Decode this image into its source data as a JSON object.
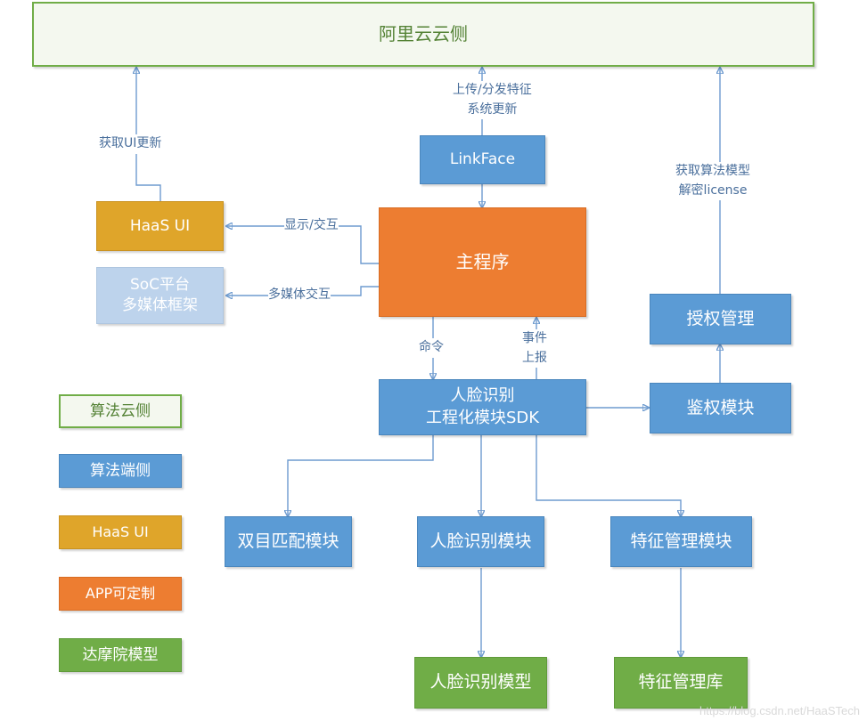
{
  "nodes": {
    "aliyun_cloud": "阿里云云侧",
    "linkface": "LinkFace",
    "haas_ui": "HaaS UI",
    "soc_line1": "SoC平台",
    "soc_line2": "多媒体框架",
    "main_program": "主程序",
    "sdk_line1": "人脸识别",
    "sdk_line2": "工程化模块SDK",
    "auth_manage": "授权管理",
    "auth_module": "鉴权模块",
    "stereo_match": "双目匹配模块",
    "face_recog_module": "人脸识别模块",
    "feature_manage_module": "特征管理模块",
    "face_recog_model": "人脸识别模型",
    "feature_lib": "特征管理库"
  },
  "labels": {
    "upload_line1": "上传/分发特征",
    "upload_line2": "系统更新",
    "get_ui_update": "获取UI更新",
    "display_interact": "显示/交互",
    "media_interact": "多媒体交互",
    "command": "命令",
    "event_line1": "事件",
    "event_line2": "上报",
    "algo_line1": "获取算法模型",
    "algo_line2": "解密license"
  },
  "legend": [
    "算法云侧",
    "算法端侧",
    "HaaS UI",
    "APP可定制",
    "达摩院模型"
  ],
  "watermark": "https://blog.csdn.net/HaaSTech",
  "colors": {
    "cloud_fill": "#f4f8ef",
    "cloud_border": "#70ad47",
    "device_blue": "#5b9bd5",
    "haas_gold": "#dfa52a",
    "soc_lightblue": "#bdd3ec",
    "app_orange": "#ed7d31",
    "damo_green": "#70ad47",
    "connector": "#6e9bcf"
  }
}
